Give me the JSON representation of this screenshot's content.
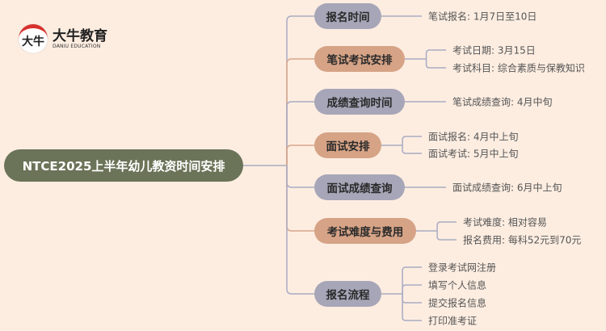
{
  "logo": {
    "mark": "大牛",
    "name": "大牛教育",
    "tagline": "DANIU EDUCATION"
  },
  "root": "NTCE2025上半年幼儿教资时间安排",
  "branches": [
    {
      "label": "报名时间",
      "leaves": [
        "笔试报名: 1月7日至10日"
      ]
    },
    {
      "label": "笔试考试安排",
      "leaves": [
        "考试日期: 3月15日",
        "考试科目: 综合素质与保教知识"
      ]
    },
    {
      "label": "成绩查询时间",
      "leaves": [
        "笔试成绩查询: 4月中旬"
      ]
    },
    {
      "label": "面试安排",
      "leaves": [
        "面试报名: 4月中上旬",
        "面试考试: 5月中上旬"
      ]
    },
    {
      "label": "面试成绩查询",
      "leaves": [
        "面试成绩查询: 6月中上旬"
      ]
    },
    {
      "label": "考试难度与费用",
      "leaves": [
        "考试难度: 相对容易",
        "报名费用: 每科52元到70元"
      ]
    },
    {
      "label": "报名流程",
      "leaves": [
        "登录考试网注册",
        "填写个人信息",
        "提交报名信息",
        "打印准考证"
      ]
    }
  ],
  "colors": {
    "gray": "#a7a6b8",
    "tan": "#d6a386",
    "root": "#6b7358",
    "background": "#fdede1"
  }
}
